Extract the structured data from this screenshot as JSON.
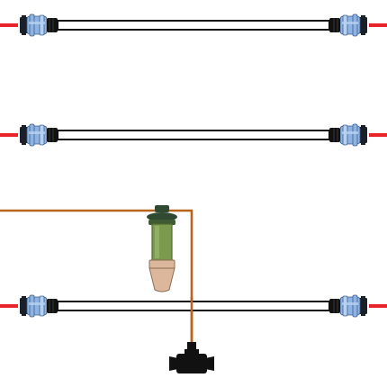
{
  "diagram": {
    "colors": {
      "background": "#ffffff",
      "red_tubing": "#e8242a",
      "brown_tubing": "#b8651b",
      "clear_pipe": "#ffffff",
      "pipe_outline": "#111111",
      "connector_blue": "#8fb4e3",
      "connector_blue_light": "#b8d1f0",
      "connector_ring_dark": "#1a1f2a",
      "fitting_black": "#111111",
      "sensor_green": "#7b9a4e",
      "sensor_green_dark": "#4f6a2e",
      "sensor_cap": "#2f4a30",
      "cone_tan": "#dcb79b"
    },
    "components": {
      "pipe_assemblies": [
        {
          "name": "upper-pipe",
          "connectors": [
            "left-blue-coupler",
            "right-blue-coupler"
          ],
          "tubing": "red"
        },
        {
          "name": "middle-pipe",
          "connectors": [
            "left-blue-coupler",
            "right-blue-coupler"
          ],
          "tubing": "red"
        },
        {
          "name": "lower-pipe",
          "connectors": [
            "left-blue-coupler",
            "right-blue-coupler"
          ],
          "tubing": "red"
        }
      ],
      "sensor": {
        "name": "soil-moisture-sensor",
        "parts": [
          "cap",
          "green-body",
          "tan-cone-tip"
        ]
      },
      "tee_fitting": {
        "name": "black-tee-connector"
      },
      "brown_line": {
        "name": "brown-feed-tubing"
      }
    }
  }
}
